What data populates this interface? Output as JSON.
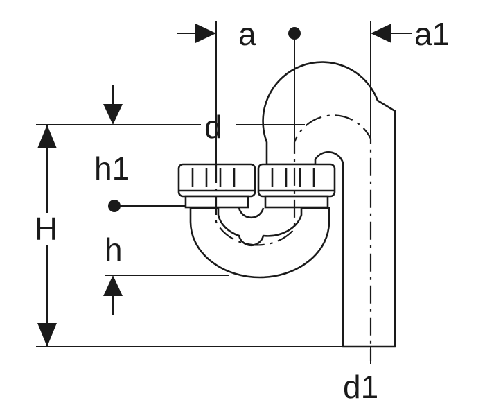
{
  "labels": {
    "a": "a",
    "a1": "a1",
    "d": "d",
    "h1": "h1",
    "H": "H",
    "h": "h",
    "d1": "d1"
  },
  "colors": {
    "line": "#1a1a1a",
    "background": "#ffffff"
  }
}
